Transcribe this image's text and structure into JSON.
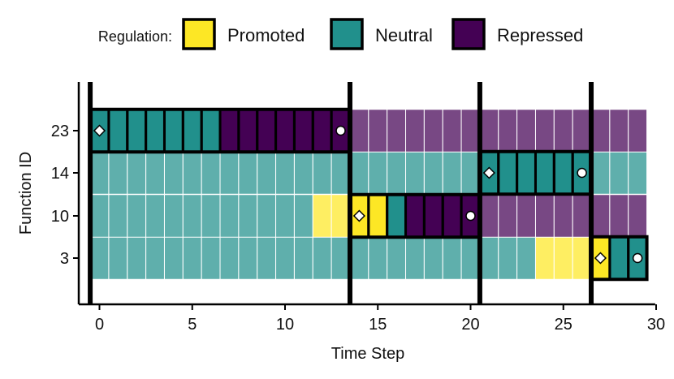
{
  "chart_data": {
    "type": "heatmap",
    "xlabel": "Time Step",
    "ylabel": "Function ID",
    "xlim": [
      -0.6,
      29.6
    ],
    "x_ticks": [
      0,
      5,
      10,
      15,
      20,
      25,
      30
    ],
    "rows": [
      "3",
      "10",
      "14",
      "23"
    ],
    "legend": {
      "title": "Regulation:",
      "position": "top",
      "entries": [
        {
          "label": "Promoted",
          "color": "#FDE725"
        },
        {
          "label": "Neutral",
          "color": "#21908C"
        },
        {
          "label": "Repressed",
          "color": "#440154"
        }
      ]
    },
    "time_steps": 30,
    "cells": {
      "23": [
        "Neutral",
        "Neutral",
        "Neutral",
        "Neutral",
        "Neutral",
        "Neutral",
        "Neutral",
        "Repressed",
        "Repressed",
        "Repressed",
        "Repressed",
        "Repressed",
        "Repressed",
        "Repressed",
        "Repressed",
        "Repressed",
        "Repressed",
        "Repressed",
        "Repressed",
        "Repressed",
        "Repressed",
        "Repressed",
        "Repressed",
        "Repressed",
        "Repressed",
        "Repressed",
        "Repressed",
        "Repressed",
        "Repressed",
        "Repressed"
      ],
      "14": [
        "Neutral",
        "Neutral",
        "Neutral",
        "Neutral",
        "Neutral",
        "Neutral",
        "Neutral",
        "Neutral",
        "Neutral",
        "Neutral",
        "Neutral",
        "Neutral",
        "Neutral",
        "Neutral",
        "Neutral",
        "Neutral",
        "Neutral",
        "Neutral",
        "Neutral",
        "Neutral",
        "Neutral",
        "Neutral",
        "Neutral",
        "Neutral",
        "Neutral",
        "Neutral",
        "Neutral",
        "Neutral",
        "Neutral",
        "Neutral"
      ],
      "10": [
        "Neutral",
        "Neutral",
        "Neutral",
        "Neutral",
        "Neutral",
        "Neutral",
        "Neutral",
        "Neutral",
        "Neutral",
        "Neutral",
        "Neutral",
        "Neutral",
        "Promoted",
        "Promoted",
        "Promoted",
        "Promoted",
        "Neutral",
        "Repressed",
        "Repressed",
        "Repressed",
        "Repressed",
        "Repressed",
        "Repressed",
        "Repressed",
        "Repressed",
        "Repressed",
        "Repressed",
        "Repressed",
        "Repressed",
        "Repressed"
      ],
      "3": [
        "Neutral",
        "Neutral",
        "Neutral",
        "Neutral",
        "Neutral",
        "Neutral",
        "Neutral",
        "Neutral",
        "Neutral",
        "Neutral",
        "Neutral",
        "Neutral",
        "Neutral",
        "Neutral",
        "Neutral",
        "Neutral",
        "Neutral",
        "Neutral",
        "Neutral",
        "Neutral",
        "Neutral",
        "Neutral",
        "Neutral",
        "Neutral",
        "Promoted",
        "Promoted",
        "Promoted",
        "Promoted",
        "Neutral",
        "Neutral"
      ]
    },
    "phase_boundaries": [
      -0.5,
      13.5,
      20.5,
      26.5
    ],
    "active_spans": [
      {
        "row": "23",
        "start": 0,
        "end": 13
      },
      {
        "row": "10",
        "start": 14,
        "end": 20
      },
      {
        "row": "14",
        "start": 21,
        "end": 26
      },
      {
        "row": "3",
        "start": 27,
        "end": 29
      }
    ],
    "grid": false
  }
}
